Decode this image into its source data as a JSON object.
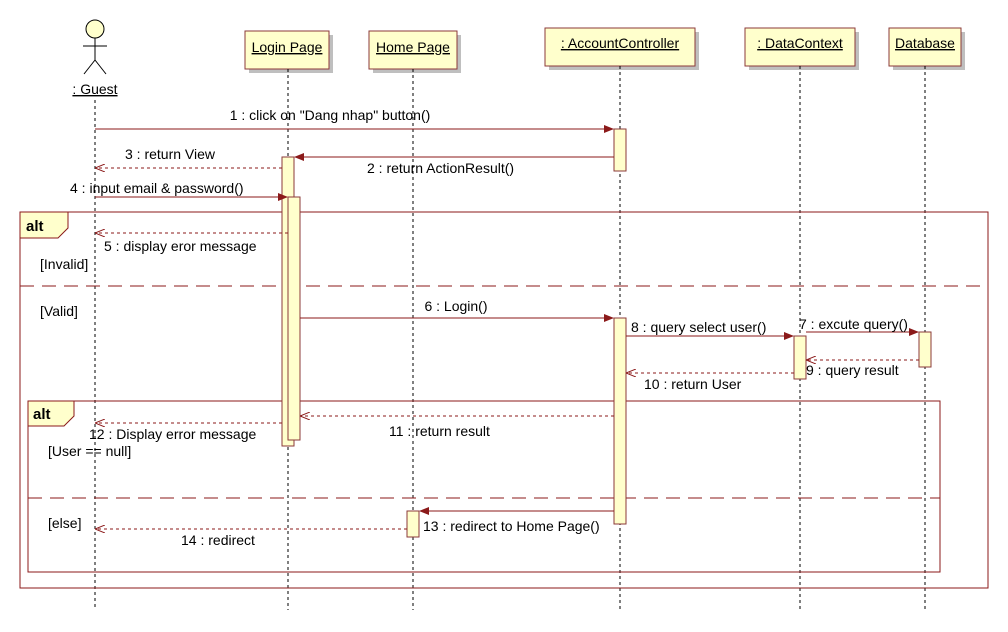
{
  "diagram_type": "sequence",
  "actor": {
    "name": ": Guest"
  },
  "lifelines": [
    {
      "id": "login",
      "name": "Login Page"
    },
    {
      "id": "home",
      "name": "Home Page"
    },
    {
      "id": "account",
      "name": " : AccountController"
    },
    {
      "id": "datacontext",
      "name": " : DataContext"
    },
    {
      "id": "database",
      "name": "Database"
    }
  ],
  "messages": [
    {
      "id": "m1",
      "label": "1 : click on \"Dang nhap\" button()",
      "kind": "sync"
    },
    {
      "id": "m2",
      "label": "2 : return ActionResult()",
      "kind": "sync"
    },
    {
      "id": "m3",
      "label": "3 : return View",
      "kind": "return"
    },
    {
      "id": "m4",
      "label": "4 : input email & password()",
      "kind": "sync"
    },
    {
      "id": "m5",
      "label": "5 : display eror message",
      "kind": "return"
    },
    {
      "id": "m6",
      "label": "6 : Login()",
      "kind": "sync"
    },
    {
      "id": "m8",
      "label": "8 : query select user()",
      "kind": "sync"
    },
    {
      "id": "m7",
      "label": "7 : excute query()",
      "kind": "sync"
    },
    {
      "id": "m9",
      "label": "9 : query result",
      "kind": "return"
    },
    {
      "id": "m10",
      "label": "10 : return User",
      "kind": "return"
    },
    {
      "id": "m11",
      "label": "11 : return result",
      "kind": "return"
    },
    {
      "id": "m12",
      "label": "12 : Display error message",
      "kind": "return"
    },
    {
      "id": "m13",
      "label": "13 : redirect to Home Page()",
      "kind": "sync"
    },
    {
      "id": "m14",
      "label": "14 : redirect",
      "kind": "return"
    }
  ],
  "fragments": [
    {
      "id": "outer_alt",
      "operator": "alt",
      "guards": [
        "[Invalid]",
        "[Valid]"
      ]
    },
    {
      "id": "inner_alt",
      "operator": "alt",
      "guards": [
        "[User == null]",
        "[else]"
      ]
    }
  ],
  "colors": {
    "box_fill": "#ffffcc",
    "line": "#8b1a1a"
  }
}
